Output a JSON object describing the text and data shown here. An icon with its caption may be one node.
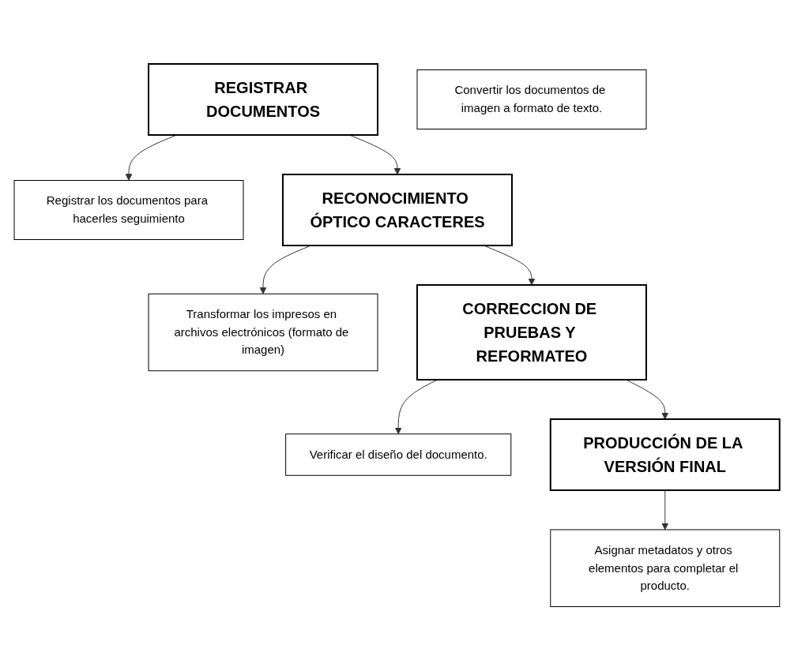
{
  "diagram": {
    "nodes": [
      {
        "text": [
          "REGISTRAR DOCUMENTOS"
        ]
      },
      {
        "text": [
          "Registrar los documentos para hacerles seguimiento"
        ]
      },
      {
        "text": [
          "RECONOCIMIENTO ÓPTICO CARACTERES"
        ]
      },
      {
        "text": [
          "Transformar los impresos en archivos electrónicos (formato de imagen)"
        ]
      },
      {
        "text": [
          "Convertir los documentos de imagen a formato de texto."
        ]
      },
      {
        "text": [
          "CORRECCION DE PRUEBAS Y REFORMATEO"
        ]
      },
      {
        "text": [
          "Verificar el diseño del documento."
        ]
      },
      {
        "text": [
          "PRODUCCIÓN DE LA VERSIÓN FINAL"
        ]
      },
      {
        "text": [
          "Asignar metadatos y otros elementos para completar el producto."
        ]
      }
    ],
    "edges": [
      {
        "from": 0,
        "to": 1,
        "arrow": "to"
      },
      {
        "from": 0,
        "to": 2,
        "arrow": "to"
      },
      {
        "from": 2,
        "to": 3,
        "arrow": "to"
      },
      {
        "from": 2,
        "to": 5,
        "arrow": "to"
      },
      {
        "from": 5,
        "to": 6,
        "arrow": "to"
      },
      {
        "from": 5,
        "to": 7,
        "arrow": "to"
      },
      {
        "from": 7,
        "to": 8,
        "arrow": "to"
      }
    ]
  }
}
